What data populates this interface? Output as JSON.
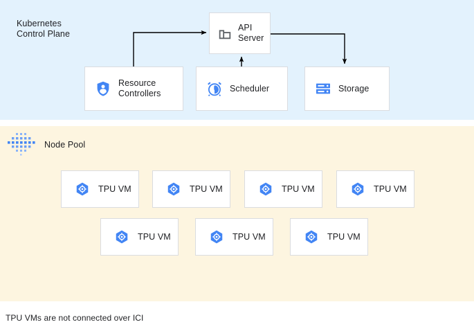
{
  "diagram": {
    "caption": "TPU VMs are not connected over ICI",
    "colors": {
      "control_plane_bg": "#e3f2fd",
      "node_pool_bg": "#fdf5e0",
      "box_bg": "#ffffff",
      "box_border": "#dadce0",
      "accent_blue": "#4285f4",
      "icon_gray": "#5f6368",
      "text": "#202124",
      "connector": "#000000"
    },
    "control_plane": {
      "title": "Kubernetes\nControl Plane",
      "nodes": [
        {
          "id": "api-server",
          "label": "API\nServer",
          "icon": "building-icon"
        },
        {
          "id": "resource-controllers",
          "label": "Resource\nControllers",
          "icon": "shield-person-icon"
        },
        {
          "id": "scheduler",
          "label": "Scheduler",
          "icon": "alarm-clock-icon"
        },
        {
          "id": "storage",
          "label": "Storage",
          "icon": "server-rack-icon"
        }
      ],
      "connections": [
        {
          "from": "resource-controllers",
          "to": "api-server"
        },
        {
          "from": "scheduler",
          "to": "api-server"
        },
        {
          "from": "api-server",
          "to": "storage"
        }
      ]
    },
    "node_pool": {
      "title": "Node Pool",
      "icon": "dot-cluster-icon",
      "rows": [
        {
          "vms": [
            {
              "label": "TPU VM",
              "icon": "tpu-hexagon-icon"
            },
            {
              "label": "TPU VM",
              "icon": "tpu-hexagon-icon"
            },
            {
              "label": "TPU VM",
              "icon": "tpu-hexagon-icon"
            },
            {
              "label": "TPU VM",
              "icon": "tpu-hexagon-icon"
            }
          ]
        },
        {
          "vms": [
            {
              "label": "TPU VM",
              "icon": "tpu-hexagon-icon"
            },
            {
              "label": "TPU VM",
              "icon": "tpu-hexagon-icon"
            },
            {
              "label": "TPU VM",
              "icon": "tpu-hexagon-icon"
            }
          ]
        }
      ]
    }
  }
}
